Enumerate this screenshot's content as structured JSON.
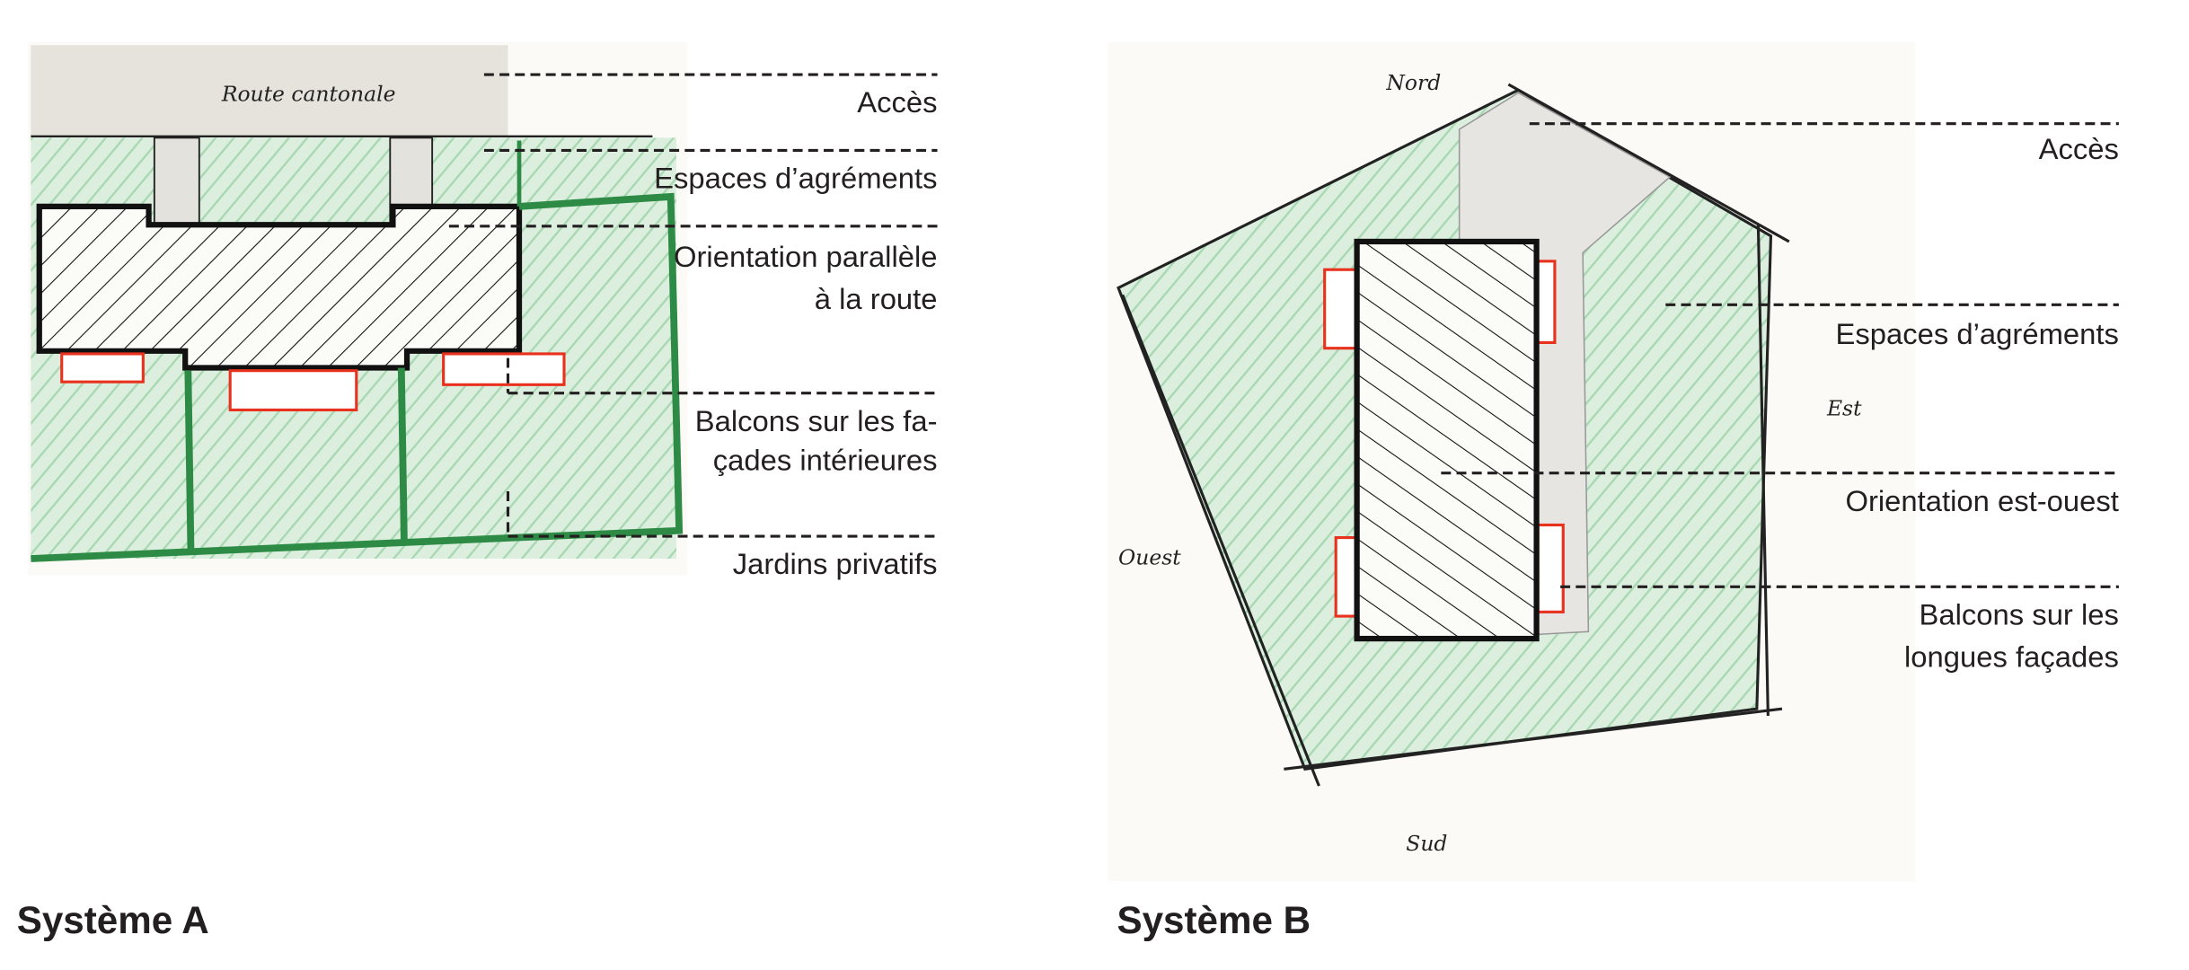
{
  "system_a": {
    "title": "Système A",
    "road_label": "Route cantonale",
    "labels": {
      "access": "Accès",
      "amenity": "Espaces d’agréments",
      "orientation_1": "Orientation parallèle",
      "orientation_2": "à la route",
      "balconies_1": "Balcons sur les fa-",
      "balconies_2": "çades intérieures",
      "gardens": "Jardins privatifs"
    }
  },
  "system_b": {
    "title": "Système B",
    "compass": {
      "north": "Nord",
      "east": "Est",
      "west": "Ouest",
      "south": "Sud"
    },
    "labels": {
      "access": "Accès",
      "amenity": "Espaces d’agréments",
      "orientation": "Orientation est-ouest",
      "balconies_1": "Balcons sur les",
      "balconies_2": "longues façades"
    }
  },
  "colors": {
    "green": "#2e8b45",
    "balcony": "#e8321e",
    "road": "#e6e2dc"
  }
}
